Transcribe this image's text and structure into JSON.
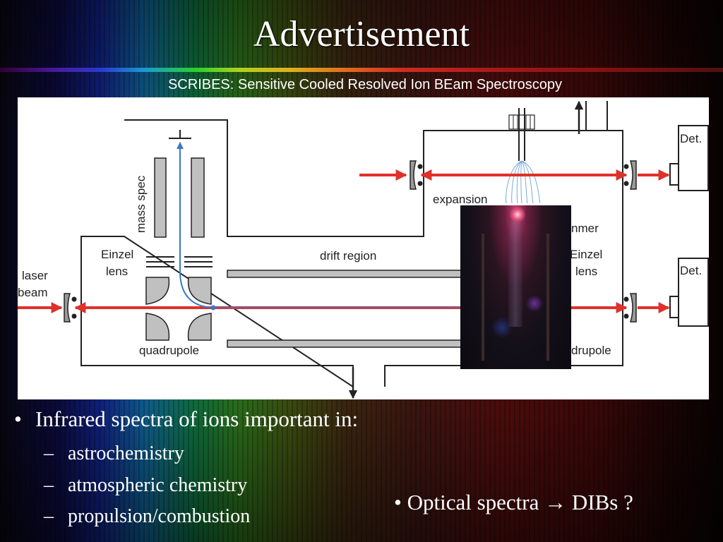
{
  "slide": {
    "title": "Advertisement",
    "subtitle": "SCRIBES: Sensitive Cooled Resolved Ion BEam Spectroscopy"
  },
  "diagram": {
    "labels": {
      "mass_spec": "mass spec",
      "einzel_left_1": "Einzel",
      "einzel_left_2": "lens",
      "laser_1": "laser",
      "laser_2": "beam",
      "quadrupole_left": "quadrupole",
      "drift_region": "drift region",
      "expansion": "expansion",
      "skimmer_partial": "nmer",
      "einzel_right_1": "Einzel",
      "einzel_right_2": "lens",
      "quadrupole_right_partial": "drupole",
      "det_top": "Det.",
      "det_bottom": "Det."
    },
    "colors": {
      "laser": "#e0302a",
      "ion_path": "#3a78c8",
      "outline": "#222222",
      "electrode": "#c0c0c0"
    }
  },
  "bullets": {
    "main": "Infrared spectra of ions important in:",
    "bullet_glyph": "•",
    "dash_glyph": "–",
    "sub": [
      "astrochemistry",
      "atmospheric chemistry",
      "propulsion/combustion"
    ]
  },
  "side_note": "• Optical spectra → DIBs ?"
}
